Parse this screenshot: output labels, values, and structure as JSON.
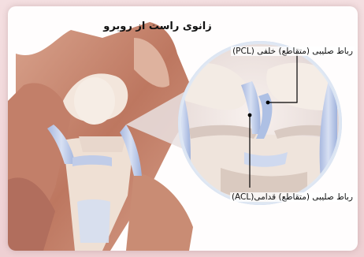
{
  "title": "زانوی راست از روبرو",
  "labels": {
    "pcl": "رباط صلیبی (متقاطع) خلفی (PCL)",
    "acl": "رباط صلیبی (متقاطع) قدامی(ACL)"
  },
  "colors": {
    "frame": "#efd3d6",
    "muscle": "#c98c74",
    "bone": "#f3e6dc",
    "ligament": "#b9c7e5",
    "ring": "#dfe8f4"
  }
}
